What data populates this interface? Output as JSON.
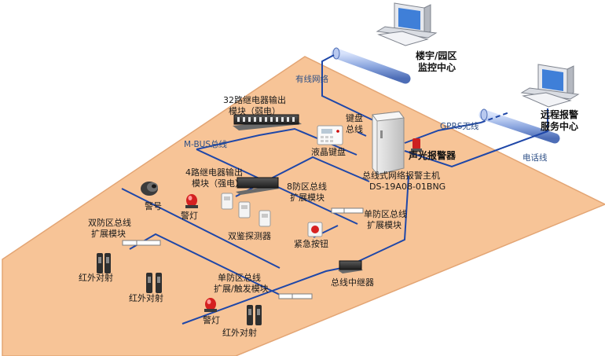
{
  "colors": {
    "platform": "#f7c497",
    "platform_edge": "#e3a574",
    "bus_wire": "#1f47a8",
    "pipe": "#8fa9e0",
    "cabinet": "#e7e7e7"
  },
  "labels": {
    "building_center": [
      "楼宇/园区",
      "监控中心"
    ],
    "remote_center": [
      "远程报警",
      "服务中心"
    ],
    "wired_network": "有线网络",
    "gprs": "GPRS无线",
    "phone_line": "电话线",
    "keyboard_bus": [
      "键盘",
      "总线"
    ],
    "relay32": [
      "32路继电器输出",
      "模块（弱电）"
    ],
    "mbus": "M-BUS总线",
    "lcd_keyboard": "液晶键盘",
    "sound_light_alarm": "声光报警器",
    "host": [
      "总线式网络报警主机",
      "DS-19A08-01BNG"
    ],
    "relay4": [
      "4路继电器输出",
      "模块（强电）"
    ],
    "siren": "警号",
    "warning_light_1": "警灯",
    "zone8": [
      "8防区总线",
      "扩展模块"
    ],
    "single_zone_1": [
      "单防区总线",
      "扩展模块"
    ],
    "dual_detector": "双鉴探测器",
    "dual_zone": [
      "双防区总线",
      "扩展模块"
    ],
    "panic_button": "紧急按钮",
    "ir_beam_1": "红外对射",
    "ir_beam_2": "红外对射",
    "bus_repeater": "总线中继器",
    "single_zone_trigger": [
      "单防区总线",
      "扩展/触发模块"
    ],
    "warning_light_2": "警灯",
    "ir_beam_3": "红外对射"
  },
  "icons": {
    "computer": "computer-icon",
    "siren": "siren-icon",
    "warning_light": "warning-light-icon",
    "pir": "pir-detector-icon",
    "ir_beam": "ir-beam-icon",
    "panic_button": "panic-button-icon",
    "host_cabinet": "alarm-host-cabinet-icon",
    "keyboard": "lcd-keyboard-icon",
    "module": "bus-module-icon"
  }
}
